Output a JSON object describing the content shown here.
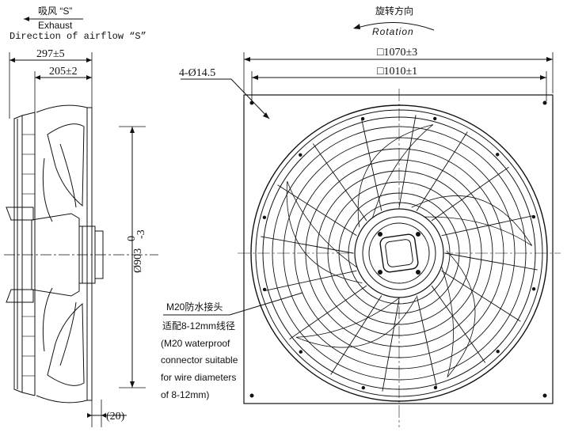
{
  "airflow": {
    "cn": "吸风 “S”",
    "en1": "Exhaust",
    "en2": "Direction of airflow “S”"
  },
  "rotation": {
    "cn": "旋转方向",
    "en": "Rotation"
  },
  "dimensions": {
    "depth_total": "297±5",
    "depth_body": "205±2",
    "holes": "4-Ø14.5",
    "panel_outer": "□1070±3",
    "panel_inner": "□1010±1",
    "diameter": "Ø903",
    "diameter_tol_upper": "0",
    "diameter_tol_lower": "-3",
    "offset": "(20)"
  },
  "connector_note": {
    "line1": "M20防水接头",
    "line2": "适配8-12mm线径",
    "line3": "(M20 waterproof",
    "line4": "connector suitable",
    "line5": "for wire diameters",
    "line6": "of 8-12mm)"
  },
  "colors": {
    "line": "#111111",
    "background": "#ffffff"
  }
}
